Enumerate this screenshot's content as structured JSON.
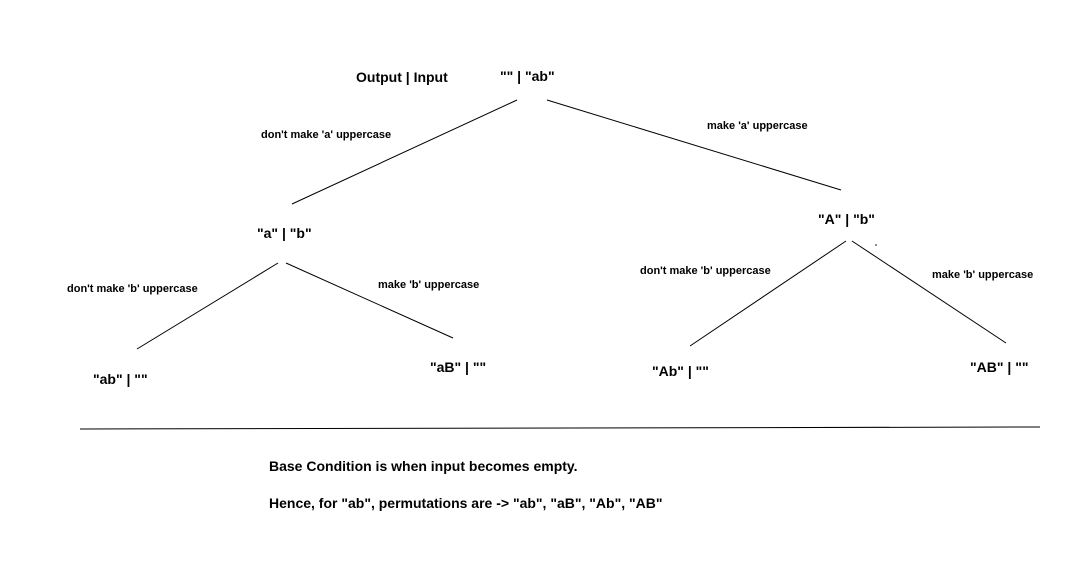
{
  "header": {
    "output_input_label": "Output | Input"
  },
  "nodes": {
    "root": "\"\" | \"ab\"",
    "left_mid": "\"a\" | \"b\"",
    "right_mid": "\"A\" | \"b\"",
    "leaf_1": "\"ab\" | \"\"",
    "leaf_2": "\"aB\" | \"\"",
    "leaf_3": "\"Ab\" | \"\"",
    "leaf_4": "\"AB\" | \"\""
  },
  "edges": {
    "root_left": "don't make 'a' uppercase",
    "root_right": "make 'a' uppercase",
    "a_left": "don't make 'b' uppercase",
    "a_right": "make 'b' uppercase",
    "A_left": "don't make 'b' uppercase",
    "A_right": "make 'b' uppercase"
  },
  "notes": {
    "base_condition": "Base Condition is when input becomes empty.",
    "conclusion": "Hence, for \"ab\", permutations are -> \"ab\", \"aB\", \"Ab\", \"AB\""
  },
  "colors": {
    "line": "#000000",
    "background": "#ffffff"
  }
}
